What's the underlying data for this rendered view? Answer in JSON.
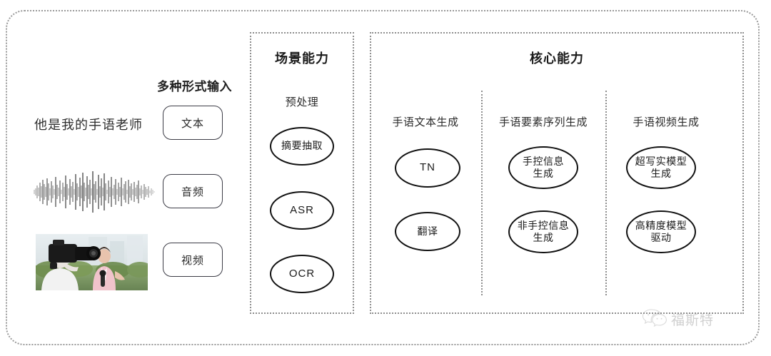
{
  "diagram": {
    "input_section": {
      "caption": "多种形式输入",
      "sample_text": "他是我的手语老师",
      "modalities": [
        {
          "label": "文本",
          "icon": "text-sample-icon"
        },
        {
          "label": "音频",
          "icon": "waveform-icon"
        },
        {
          "label": "视频",
          "icon": "video-thumbnail-icon"
        }
      ]
    },
    "scene_panel": {
      "title": "场景能力",
      "subtitle": "预处理",
      "nodes": [
        {
          "label": "摘要抽取",
          "script": "cjk"
        },
        {
          "label": "ASR",
          "script": "latin"
        },
        {
          "label": "OCR",
          "script": "latin"
        }
      ]
    },
    "core_panel": {
      "title": "核心能力",
      "columns": [
        {
          "label": "手语文本生成",
          "nodes": [
            {
              "label": "TN",
              "script": "latin"
            },
            {
              "label": "翻译",
              "script": "cjk"
            }
          ]
        },
        {
          "label": "手语要素序列生成",
          "nodes": [
            {
              "label": "手控信息\n生成",
              "script": "cjk"
            },
            {
              "label": "非手控信息\n生成",
              "script": "cjk"
            }
          ]
        },
        {
          "label": "手语视频生成",
          "nodes": [
            {
              "label": "超写实模型\n生成",
              "script": "cjk"
            },
            {
              "label": "高精度模型\n驱动",
              "script": "cjk"
            }
          ]
        }
      ]
    },
    "watermark": {
      "text": "福斯特",
      "icon": "wechat-icon"
    },
    "colors": {
      "frame_dotted": "#9a9a9a",
      "panel_dotted": "#8e8e8e",
      "node_stroke": "#111111",
      "pill_stroke": "#3c3c46",
      "text": "#2b2b2b",
      "background": "#ffffff"
    }
  }
}
